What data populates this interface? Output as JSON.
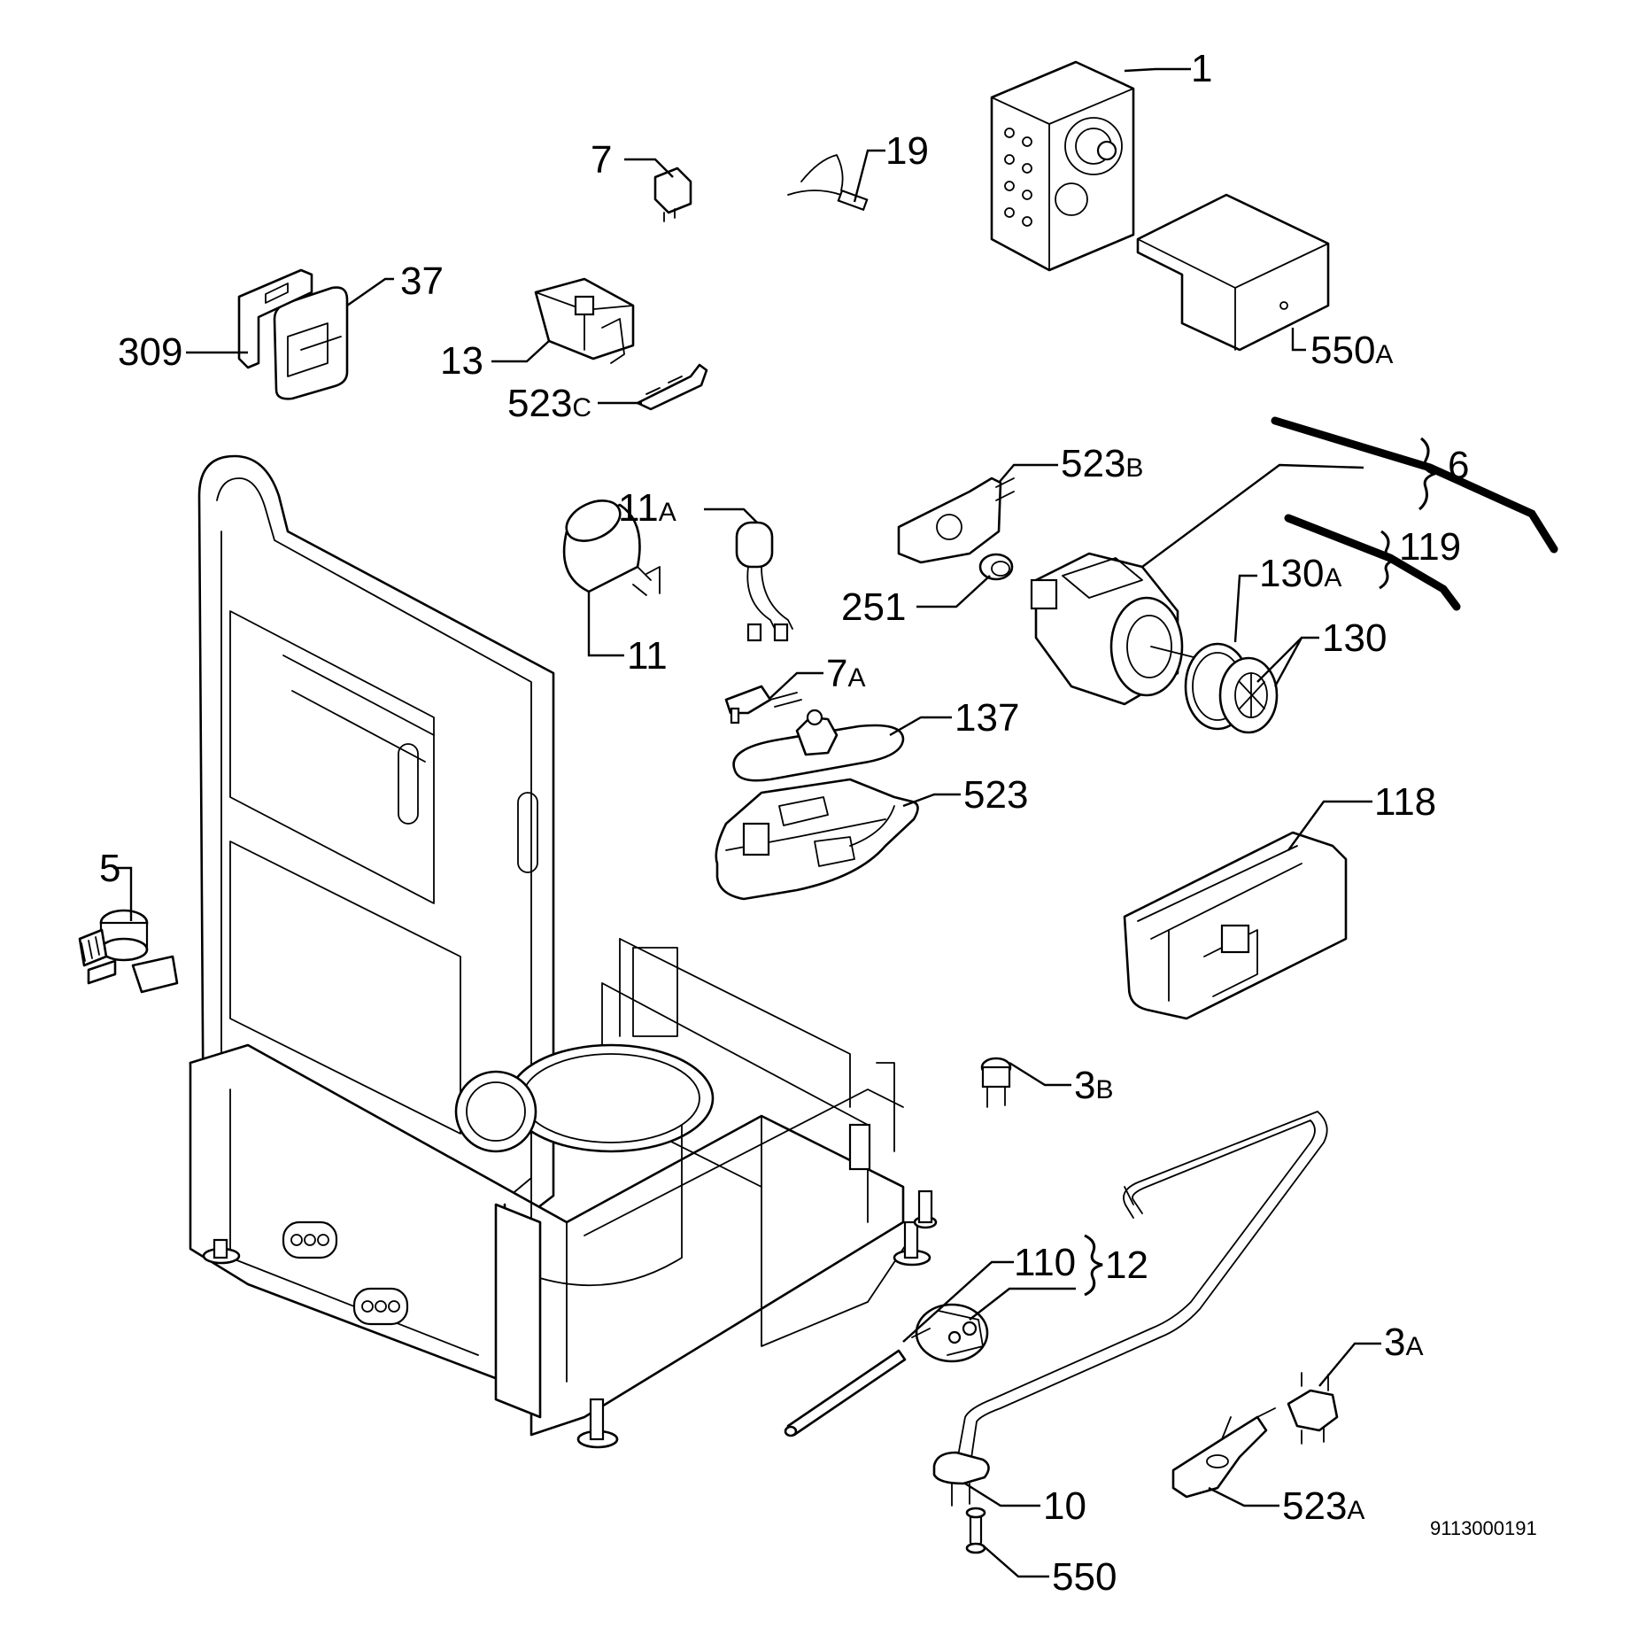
{
  "drawing_number": "9113000191",
  "labels": {
    "p1": "1",
    "p19": "19",
    "p7": "7",
    "p37": "37",
    "p309": "309",
    "p13": "13",
    "p523c_num": "523",
    "p523c_suf": "C",
    "p550a_num": "550",
    "p550a_suf": "A",
    "p523b_num": "523",
    "p523b_suf": "B",
    "p6": "6",
    "p11a_num": "11",
    "p11a_suf": "A",
    "p119": "119",
    "p130a_num": "130",
    "p130a_suf": "A",
    "p251": "251",
    "p130": "130",
    "p11": "11",
    "p7a_num": "7",
    "p7a_suf": "A",
    "p137": "137",
    "p523": "523",
    "p118": "118",
    "p5": "5",
    "p3b_num": "3",
    "p3b_suf": "B",
    "p110": "110",
    "p12": "12",
    "p3a_num": "3",
    "p3a_suf": "A",
    "p10": "10",
    "p523a_num": "523",
    "p523a_suf": "A",
    "p550": "550"
  }
}
